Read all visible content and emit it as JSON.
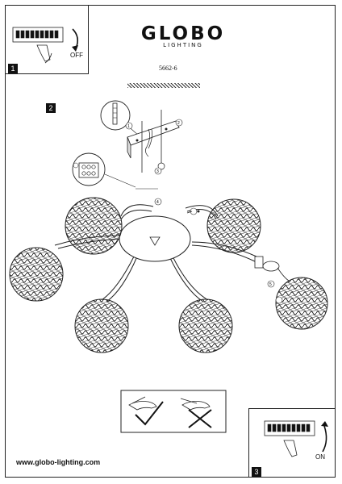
{
  "brand": {
    "name": "GLOBO",
    "sub": "LIGHTING"
  },
  "model": "5662-6",
  "website": "www.globo-lighting.com",
  "steps": [
    {
      "number": "1",
      "switch_label": "OFF"
    },
    {
      "number": "2"
    },
    {
      "number": "3",
      "switch_label": "ON"
    }
  ],
  "icons": [
    "power-switch-off-icon",
    "power-switch-on-icon",
    "do-not-touch-bulb-icon",
    "warning-hatch-band"
  ],
  "callouts": [
    "1",
    "2",
    "3",
    "4",
    "5"
  ]
}
